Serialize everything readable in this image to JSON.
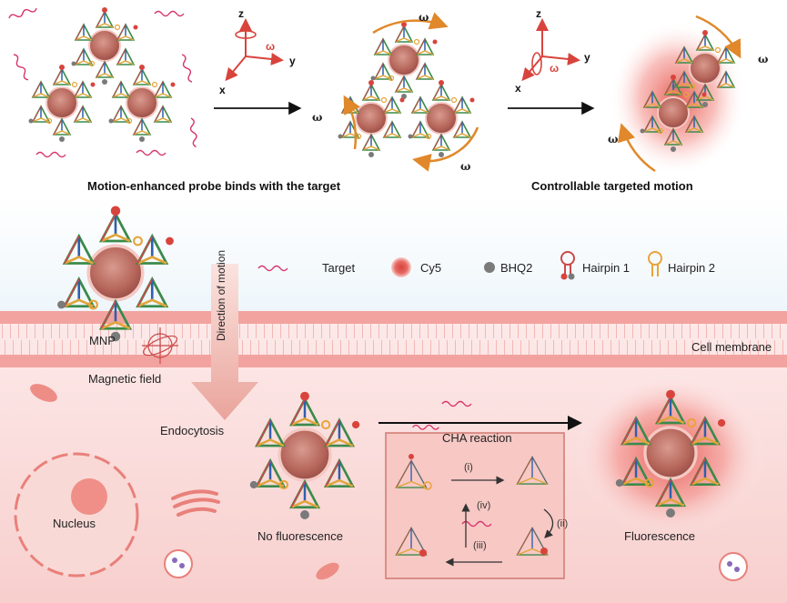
{
  "top_panel": {
    "caption_left": "Motion-enhanced probe binds with the target",
    "caption_right": "Controllable targeted motion",
    "axes1": {
      "z": "z",
      "y": "y",
      "x": "x",
      "rotation": "ω"
    },
    "axes2": {
      "z": "z",
      "y": "y",
      "x": "x",
      "rotation": "ω"
    },
    "omega_labels": [
      "ω",
      "ω",
      "ω",
      "ω",
      "ω"
    ]
  },
  "legend": {
    "target": "Target",
    "cy5": "Cy5",
    "bhq2": "BHQ2",
    "hairpin1": "Hairpin 1",
    "hairpin2": "Hairpin 2"
  },
  "cell": {
    "mnp_label": "MNP",
    "magnetic_field_label": "Magnetic field",
    "direction_label": "Direction of motion",
    "membrane_label": "Cell membrane",
    "endocytosis_label": "Endocytosis",
    "nucleus_label": "Nucleus",
    "no_fluorescence_label": "No fluorescence",
    "fluorescence_label": "Fluorescence"
  },
  "cha": {
    "title": "CHA reaction",
    "steps": [
      "(i)",
      "(ii)",
      "(iii)",
      "(iv)"
    ]
  },
  "colors": {
    "membrane": "#f2a3a0",
    "arrow_pink": "#e8a39b",
    "orange_arrow": "#e0882a",
    "cy5_red": "#d8443c",
    "bhq2_gray": "#7a7a7a",
    "hairpin2_orange": "#e8a33a",
    "target_pink": "#d8336c",
    "mnp_brown": "#b5655a"
  }
}
